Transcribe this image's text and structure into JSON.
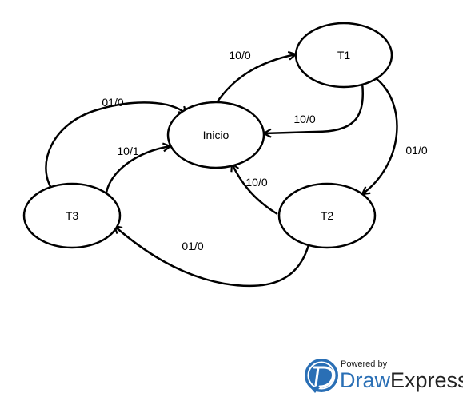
{
  "states": {
    "inicio": "Inicio",
    "t1": "T1",
    "t2": "T2",
    "t3": "T3"
  },
  "transitions": {
    "inicio_to_t1": "10/0",
    "t1_to_inicio": "10/0",
    "t1_to_t2": "01/0",
    "t2_to_inicio": "10/0",
    "t2_to_t3": "01/0",
    "t3_to_inicio_outer": "01/0",
    "t3_to_inicio_inner": "10/1"
  },
  "watermark": {
    "powered_by": "Powered by",
    "brand_part1": "Draw",
    "brand_part2": "Express"
  }
}
